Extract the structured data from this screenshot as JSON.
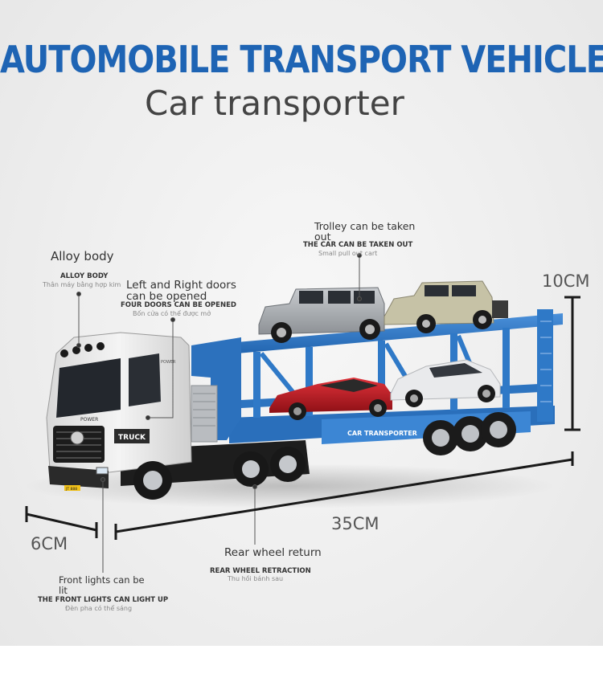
{
  "title": {
    "main": "AUTOMOBILE TRANSPORT VEHICLE",
    "sub": "Car transporter"
  },
  "callouts": {
    "alloy": {
      "en": "Alloy body",
      "caps": "ALLOY BODY",
      "vn": "Thân máy bằng hợp kim"
    },
    "doors": {
      "en_1": "Left and Right doors",
      "en_2": "can be opened",
      "caps": "FOUR DOORS CAN BE OPENED",
      "vn": "Bốn cửa có thể được mở"
    },
    "trolley": {
      "en_1": "Trolley can be taken",
      "en_2": "out",
      "caps": "THE CAR CAN BE TAKEN OUT",
      "vn": "Small pull out cart"
    },
    "rear": {
      "en": "Rear wheel return",
      "caps": "REAR WHEEL RETRACTION",
      "vn": "Thu hồi bánh sau"
    },
    "front": {
      "en_1": "Front lights can be",
      "en_2": "lit",
      "caps": "THE FRONT LIGHTS CAN LIGHT UP",
      "vn": "Đèn pha có thể sáng"
    }
  },
  "dimensions": {
    "height": "10CM",
    "length": "35CM",
    "width": "6CM"
  },
  "truck_text": {
    "power": "POWER",
    "badge": "TRUCK",
    "power_small": "POWER",
    "trailer": "CAR TRANSPORTER",
    "plate": "JT 888"
  },
  "colors": {
    "title_blue": "#1e64b4",
    "trailer_blue": "#2f79c7",
    "cab_white": "#ececec"
  }
}
